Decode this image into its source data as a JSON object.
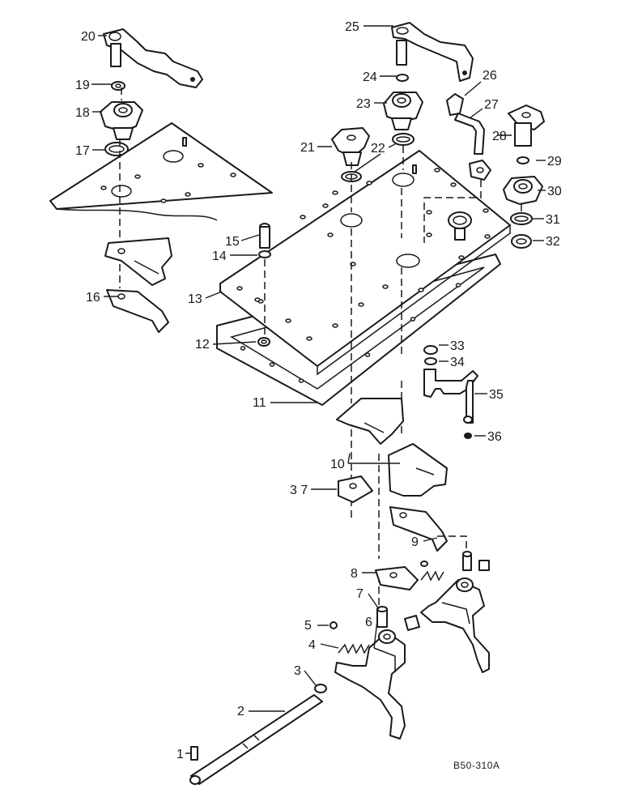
{
  "callouts": {
    "c1": "1",
    "c2": "2",
    "c3": "3",
    "c4": "4",
    "c5": "5",
    "c6": "6",
    "c7": "7",
    "c8": "8",
    "c9": "9",
    "c10": "10",
    "c11": "11",
    "c12": "12",
    "c13": "13",
    "c14": "14",
    "c15": "15",
    "c16": "16",
    "c17": "17",
    "c18": "18",
    "c19": "19",
    "c20": "20",
    "c21": "21",
    "c22": "22",
    "c23": "23",
    "c24": "24",
    "c25": "25",
    "c26": "26",
    "c27": "27",
    "c28": "28",
    "c29": "29",
    "c30": "30",
    "c31": "31",
    "c32": "32",
    "c33": "33",
    "c34": "34",
    "c35": "35",
    "c36": "36",
    "c37": "3 7"
  },
  "reference": "B50-310A"
}
